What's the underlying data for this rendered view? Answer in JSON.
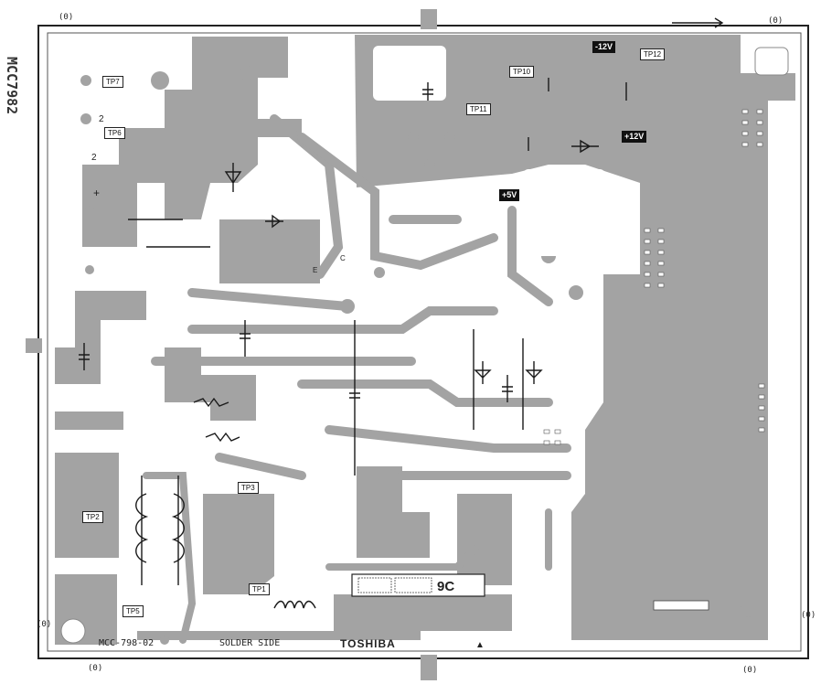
{
  "board": {
    "model_vertical": "MCC7982",
    "bottom_model": "MCC-798-02",
    "side": "SOLDER SIDE",
    "brand": "TOSHIBA",
    "code": "9C"
  },
  "test_points": [
    "TP7",
    "TP6",
    "TP2",
    "TP3",
    "TP1",
    "TP5",
    "TP10",
    "TP11",
    "TP12"
  ],
  "voltage_labels": [
    "+5V",
    "+12V",
    "-12V"
  ],
  "corner_marks": [
    "(0)",
    "(0)",
    "(0)",
    "(0)",
    "(0)",
    "(0)"
  ],
  "colors": {
    "copper": "#a3a3a3",
    "board": "#ffffff",
    "silk": "#1a1a1a"
  }
}
